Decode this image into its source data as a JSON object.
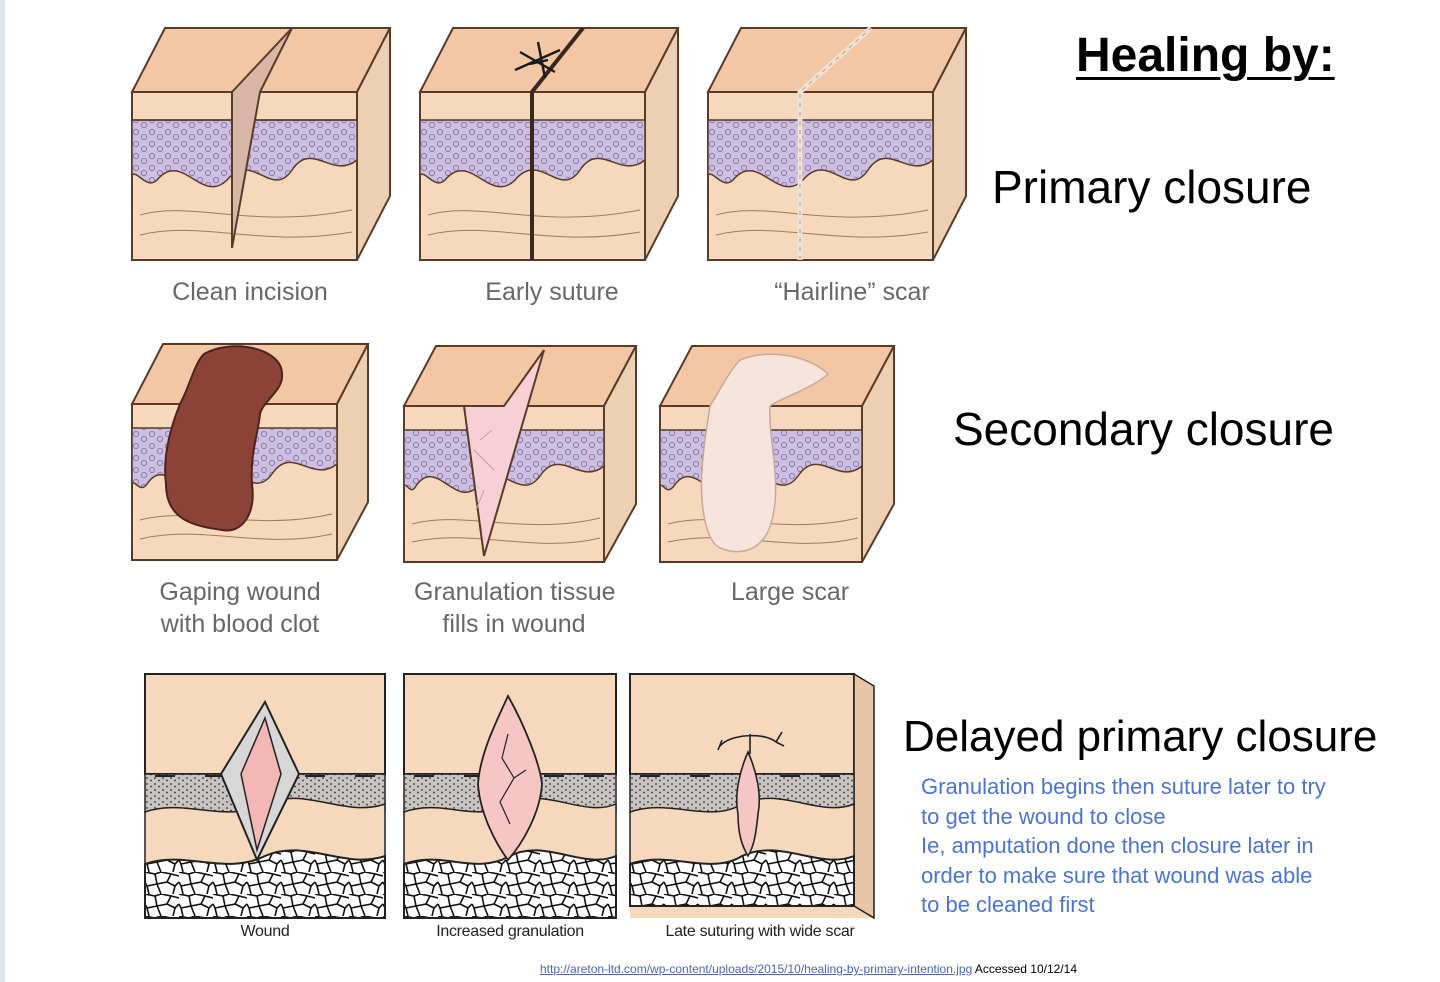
{
  "title": "Healing by:",
  "closures": {
    "primary": "Primary closure",
    "secondary": "Secondary closure",
    "delayed": "Delayed primary closure"
  },
  "captions": {
    "primary": [
      "Clean incision",
      "Early suture",
      "“Hairline” scar"
    ],
    "secondary": [
      [
        "Gaping wound",
        "with blood clot"
      ],
      [
        "Granulation tissue",
        "fills in wound"
      ],
      [
        "Large scar"
      ]
    ],
    "delayed": [
      "Wound",
      "Increased granulation",
      "Late suturing with wide scar"
    ]
  },
  "delayed_note": [
    "Granulation begins then suture later to try",
    "to get the wound to close",
    "Ie, amputation done then closure later in",
    "order to make sure that wound was able",
    "to be cleaned first"
  ],
  "source": {
    "url": "http://areton-ltd.com/wp-content/uploads/2015/10/healing-by-primary-intention.jpg",
    "accessed": "Accessed 10/12/14"
  },
  "colors": {
    "skin_top": "#f3c7a3",
    "skin_side": "#f6d8bd",
    "dermis": "#c9b9de",
    "clot": "#8b4338",
    "granulation": "#f6d0d4",
    "note_text": "#4a74d6"
  }
}
